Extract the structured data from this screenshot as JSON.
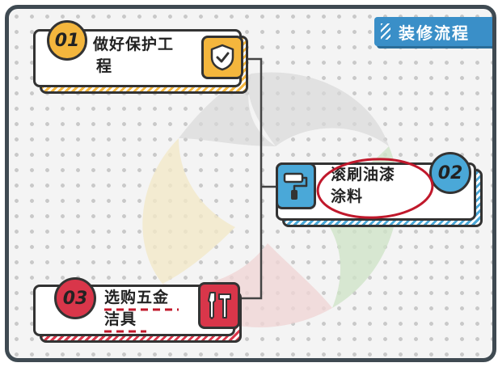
{
  "diagram": {
    "title": "装修流程",
    "steps": [
      {
        "number": "01",
        "label": "做好保护工程",
        "line1": "做好保护工",
        "line2": "程",
        "icon": "shield-check-icon",
        "accent": "#f4b63d"
      },
      {
        "number": "02",
        "label": "滚刷油漆涂料",
        "line1": "滚刷油漆",
        "line2": "涂料",
        "icon": "paint-roller-icon",
        "accent": "#4aa8d8",
        "highlighted": true
      },
      {
        "number": "03",
        "label": "选购五金洁具",
        "line1": "选购五金",
        "line2": "洁具",
        "icon": "tools-icon",
        "accent": "#d9364a"
      }
    ]
  },
  "colors": {
    "frame": "#3f4a52",
    "title_bg": "#3a8fc8",
    "yellow": "#f4b63d",
    "blue": "#4aa8d8",
    "red": "#d9364a",
    "annotation_red": "#c0182b"
  }
}
